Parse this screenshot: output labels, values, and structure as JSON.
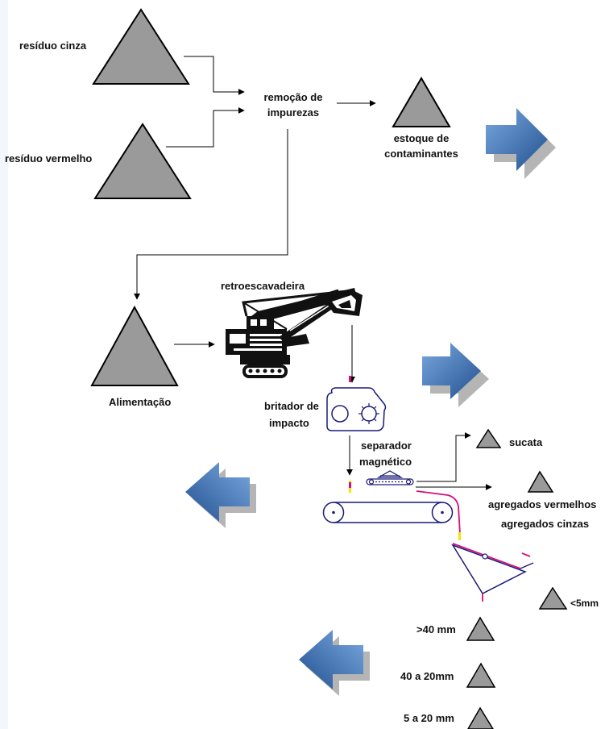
{
  "labels": {
    "residuo_cinza": "resíduo cinza",
    "residuo_vermelho": "resíduo vermelho",
    "remocao_line1": "remoção de",
    "remocao_line2": "impurezas",
    "estoque_line1": "estoque de",
    "estoque_line2": "contaminantes",
    "retroescavadeira": "retroescavadeira",
    "alimentacao": "Alimentação",
    "britador_line1": "britador de",
    "britador_line2": "impacto",
    "separador_line1": "separador",
    "separador_line2": "magnético",
    "sucata": "sucata",
    "agregados_vermelhos": "agregados vermelhos",
    "agregados_cinzas": "agregados cinzas",
    "lt5mm": "<5mm",
    "gt40mm": ">40 mm",
    "r40_20": "40 a 20mm",
    "r5_20": "5 a 20 mm"
  },
  "colors": {
    "pile_fill": "#9a9a9a",
    "arrow_blue_light": "#5b8fd3",
    "arrow_blue_dark": "#2a5a9c",
    "equipment_stroke": "#1a1a7a",
    "chute_magenta": "#d4107a",
    "chute_yellow": "#f2e600",
    "line_color": "#000000"
  }
}
